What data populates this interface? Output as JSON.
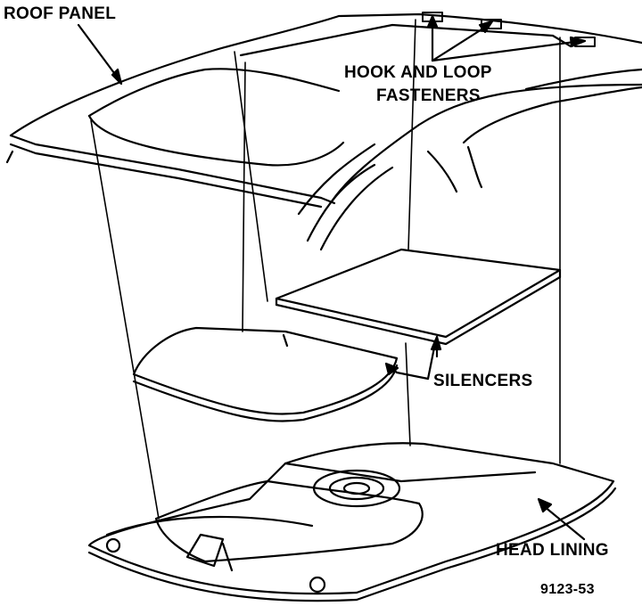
{
  "labels": {
    "roof_panel": "ROOF PANEL",
    "hook_loop_line1": "HOOK AND LOOP",
    "hook_loop_line2": "FASTENERS",
    "silencers": "SILENCERS",
    "head_lining": "HEAD LINING",
    "figure_number": "9123-53"
  },
  "colors": {
    "ink": "#000000",
    "paper": "#ffffff"
  }
}
